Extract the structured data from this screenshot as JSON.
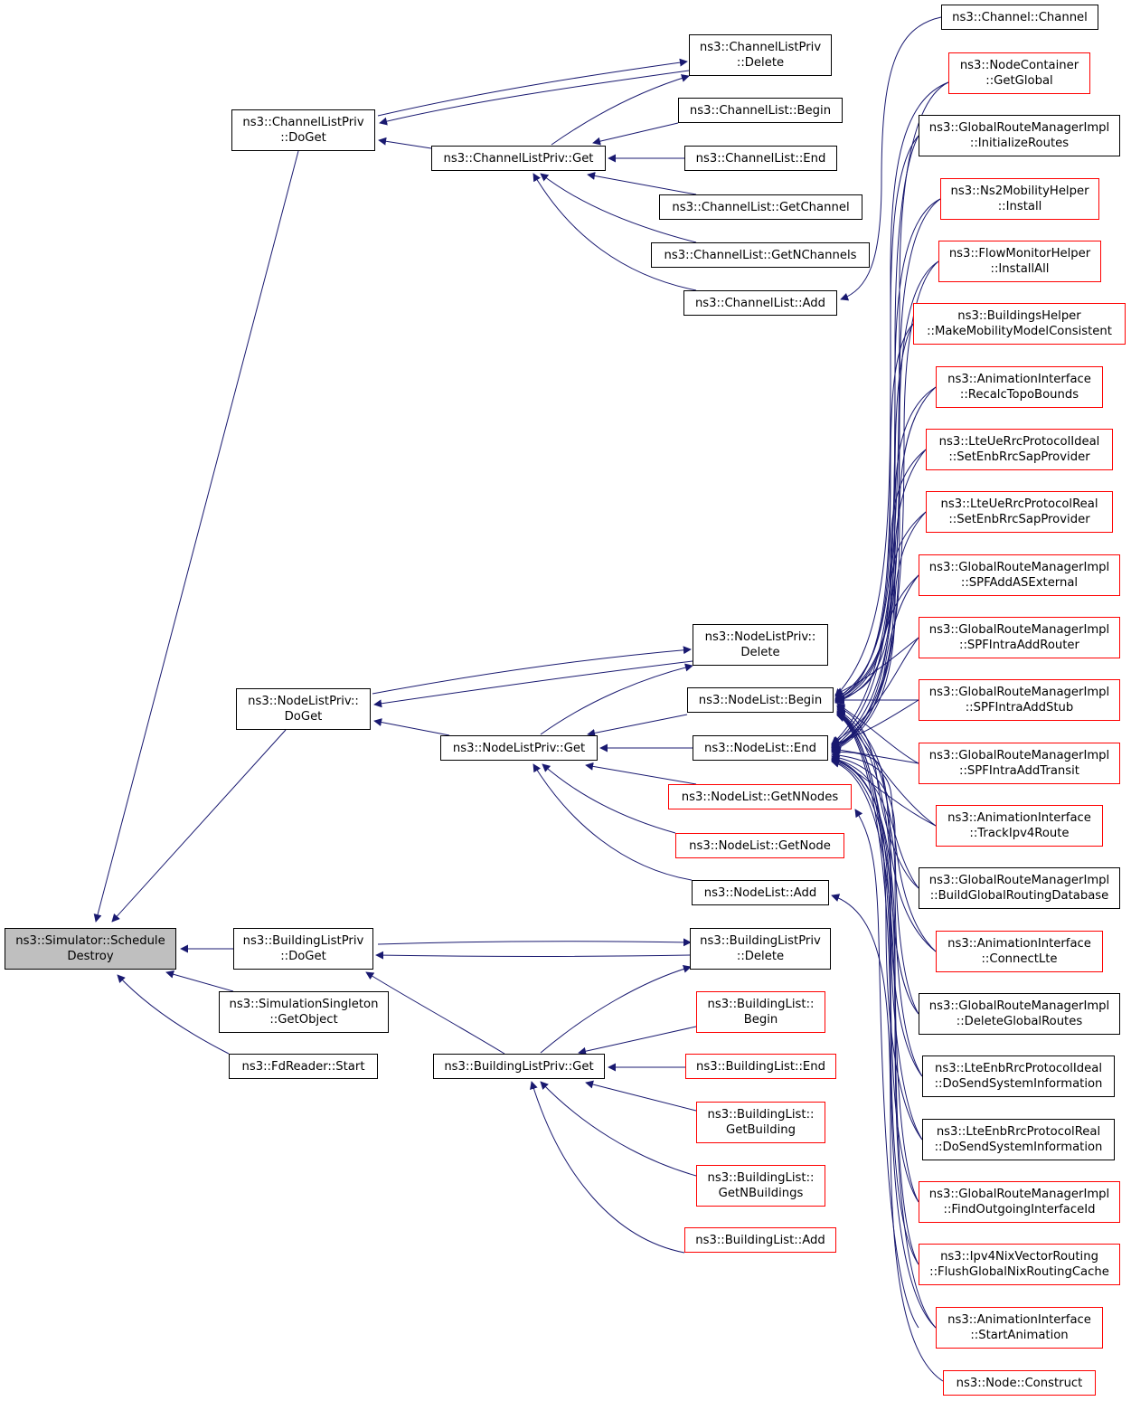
{
  "diagram": {
    "type": "call-graph",
    "edge_color": "#191970",
    "root_fill": "#bfbfbf",
    "normal_border": "#000000",
    "linked_border": "#ff0000",
    "nodes": {
      "root": [
        "ns3::Simulator::Schedule",
        "Destroy"
      ],
      "clp_doget": [
        "ns3::ChannelListPriv",
        "::DoGet"
      ],
      "nlp_doget": [
        "ns3::NodeListPriv::",
        "DoGet"
      ],
      "blp_doget": [
        "ns3::BuildingListPriv",
        "::DoGet"
      ],
      "ss_getobject": [
        "ns3::SimulationSingleton",
        "::GetObject"
      ],
      "fdreader_start": [
        "ns3::FdReader::Start"
      ],
      "clp_get": [
        "ns3::ChannelListPriv::Get"
      ],
      "nlp_get": [
        "ns3::NodeListPriv::Get"
      ],
      "blp_get": [
        "ns3::BuildingListPriv::Get"
      ],
      "clp_delete": [
        "ns3::ChannelListPriv",
        "::Delete"
      ],
      "cl_begin": [
        "ns3::ChannelList::Begin"
      ],
      "cl_end": [
        "ns3::ChannelList::End"
      ],
      "cl_getchannel": [
        "ns3::ChannelList::GetChannel"
      ],
      "cl_getnchannels": [
        "ns3::ChannelList::GetNChannels"
      ],
      "cl_add": [
        "ns3::ChannelList::Add"
      ],
      "nlp_delete": [
        "ns3::NodeListPriv::",
        "Delete"
      ],
      "nl_begin": [
        "ns3::NodeList::Begin"
      ],
      "nl_end": [
        "ns3::NodeList::End"
      ],
      "nl_getnnodes": [
        "ns3::NodeList::GetNNodes"
      ],
      "nl_getnode": [
        "ns3::NodeList::GetNode"
      ],
      "nl_add": [
        "ns3::NodeList::Add"
      ],
      "blp_delete": [
        "ns3::BuildingListPriv",
        "::Delete"
      ],
      "bl_begin": [
        "ns3::BuildingList::",
        "Begin"
      ],
      "bl_end": [
        "ns3::BuildingList::End"
      ],
      "bl_getbuilding": [
        "ns3::BuildingList::",
        "GetBuilding"
      ],
      "bl_getnbuildings": [
        "ns3::BuildingList::",
        "GetNBuildings"
      ],
      "bl_add": [
        "ns3::BuildingList::Add"
      ],
      "ch_channel": [
        "ns3::Channel::Channel"
      ],
      "nc_getglobal": [
        "ns3::NodeContainer",
        "::GetGlobal"
      ],
      "grm_initroutes": [
        "ns3::GlobalRouteManagerImpl",
        "::InitializeRoutes"
      ],
      "ns2_install": [
        "ns3::Ns2MobilityHelper",
        "::Install"
      ],
      "fm_installall": [
        "ns3::FlowMonitorHelper",
        "::InstallAll"
      ],
      "bh_makemob": [
        "ns3::BuildingsHelper",
        "::MakeMobilityModelConsistent"
      ],
      "ai_recalc": [
        "ns3::AnimationInterface",
        "::RecalcTopoBounds"
      ],
      "lte_ideal_set": [
        "ns3::LteUeRrcProtocolIdeal",
        "::SetEnbRrcSapProvider"
      ],
      "lte_real_set": [
        "ns3::LteUeRrcProtocolReal",
        "::SetEnbRrcSapProvider"
      ],
      "grm_spfadd_asext": [
        "ns3::GlobalRouteManagerImpl",
        "::SPFAddASExternal"
      ],
      "grm_spfintra_router": [
        "ns3::GlobalRouteManagerImpl",
        "::SPFIntraAddRouter"
      ],
      "grm_spfintra_stub": [
        "ns3::GlobalRouteManagerImpl",
        "::SPFIntraAddStub"
      ],
      "grm_spfintra_transit": [
        "ns3::GlobalRouteManagerImpl",
        "::SPFIntraAddTransit"
      ],
      "ai_trackipv4": [
        "ns3::AnimationInterface",
        "::TrackIpv4Route"
      ],
      "grm_builddb": [
        "ns3::GlobalRouteManagerImpl",
        "::BuildGlobalRoutingDatabase"
      ],
      "ai_connectlte": [
        "ns3::AnimationInterface",
        "::ConnectLte"
      ],
      "grm_deleteroutes": [
        "ns3::GlobalRouteManagerImpl",
        "::DeleteGlobalRoutes"
      ],
      "lte_enb_ideal_sysinfo": [
        "ns3::LteEnbRrcProtocolIdeal",
        "::DoSendSystemInformation"
      ],
      "lte_enb_real_sysinfo": [
        "ns3::LteEnbRrcProtocolReal",
        "::DoSendSystemInformation"
      ],
      "grm_findoutif": [
        "ns3::GlobalRouteManagerImpl",
        "::FindOutgoingInterfaceId"
      ],
      "nix_flush": [
        "ns3::Ipv4NixVectorRouting",
        "::FlushGlobalNixRoutingCache"
      ],
      "ai_startanim": [
        "ns3::AnimationInterface",
        "::StartAnimation"
      ],
      "node_construct": [
        "ns3::Node::Construct"
      ]
    }
  }
}
